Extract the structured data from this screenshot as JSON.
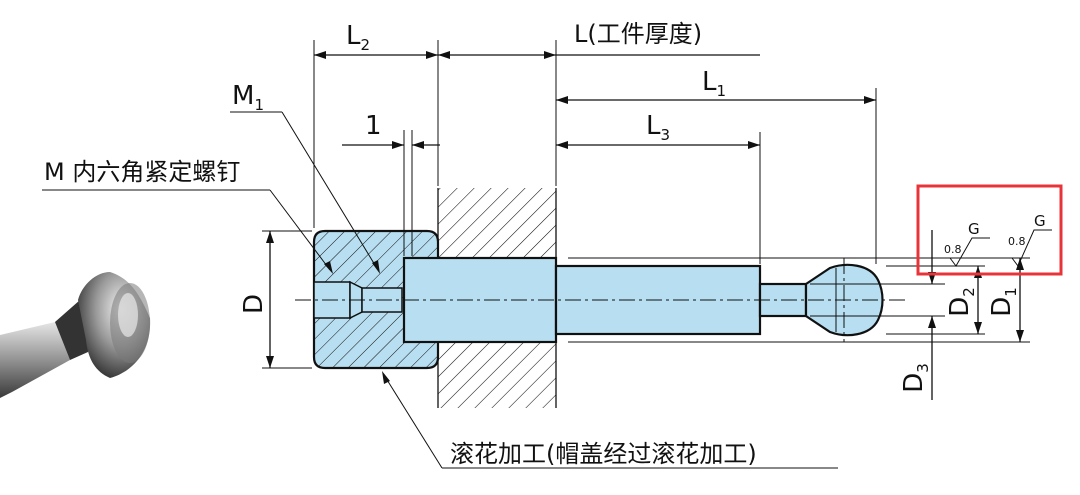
{
  "labels": {
    "L2_main": "L",
    "L2_sub": "2",
    "L_total": "L(工件厚度)",
    "L1_main": "L",
    "L1_sub": "1",
    "L3_main": "L",
    "L3_sub": "3",
    "M1_main": "M",
    "M1_sub": "1",
    "one": "1",
    "m_screw": "M 内六角紧定螺钉",
    "D": "D",
    "D1_main": "D",
    "D1_sub": "1",
    "D2_main": "D",
    "D2_sub": "2",
    "D3_main": "D",
    "D3_sub": "3",
    "knurl": "滚花加工(帽盖经过滚花加工)",
    "rough_value_1": "0.8",
    "rough_grade_1": "G",
    "rough_value_2": "0.8",
    "rough_grade_2": "G"
  },
  "colors": {
    "part_fill": "#b8dff1",
    "highlight_box": "#e8333a",
    "line": "#111111"
  }
}
